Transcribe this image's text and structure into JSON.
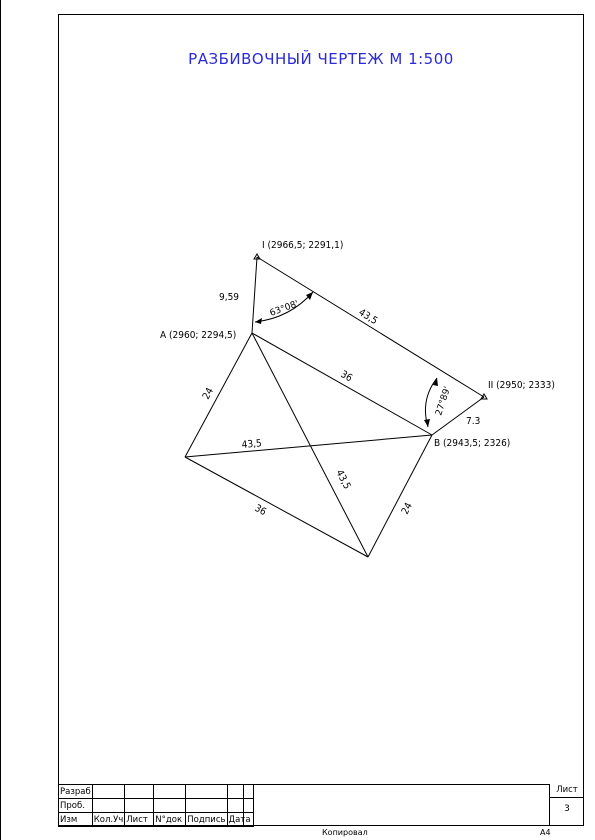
{
  "title": "РАЗБИВОЧНЫЙ ЧЕРТЕЖ М 1:500",
  "points": {
    "I": "I (2966,5; 2291,1)",
    "II": "II (2950; 2333)",
    "A": "A (2960; 2294,5)",
    "B": "B (2943,5; 2326)"
  },
  "dimensions": {
    "I_A": "9,59",
    "I_II": "43,5",
    "A_B": "36",
    "II_B": "7.3",
    "A_left": "24",
    "left_B": "43,5",
    "A_bottom": "43,5",
    "left_bottom": "36",
    "bottom_B": "24"
  },
  "angles": {
    "at_A": "63°08'",
    "at_B": "27°89'"
  },
  "stamp": {
    "rows": [
      [
        "Разраб",
        "",
        "",
        "",
        "",
        ""
      ],
      [
        "Проб.",
        "",
        "",
        "",
        "",
        ""
      ],
      [
        "Изм",
        "Кол.Уч",
        "Лист",
        "N°док",
        "Подпись",
        "Дата"
      ]
    ],
    "sheet_label": "Лист",
    "sheet_number": "3"
  },
  "footer": {
    "copied": "Копировал",
    "format": "А4"
  }
}
